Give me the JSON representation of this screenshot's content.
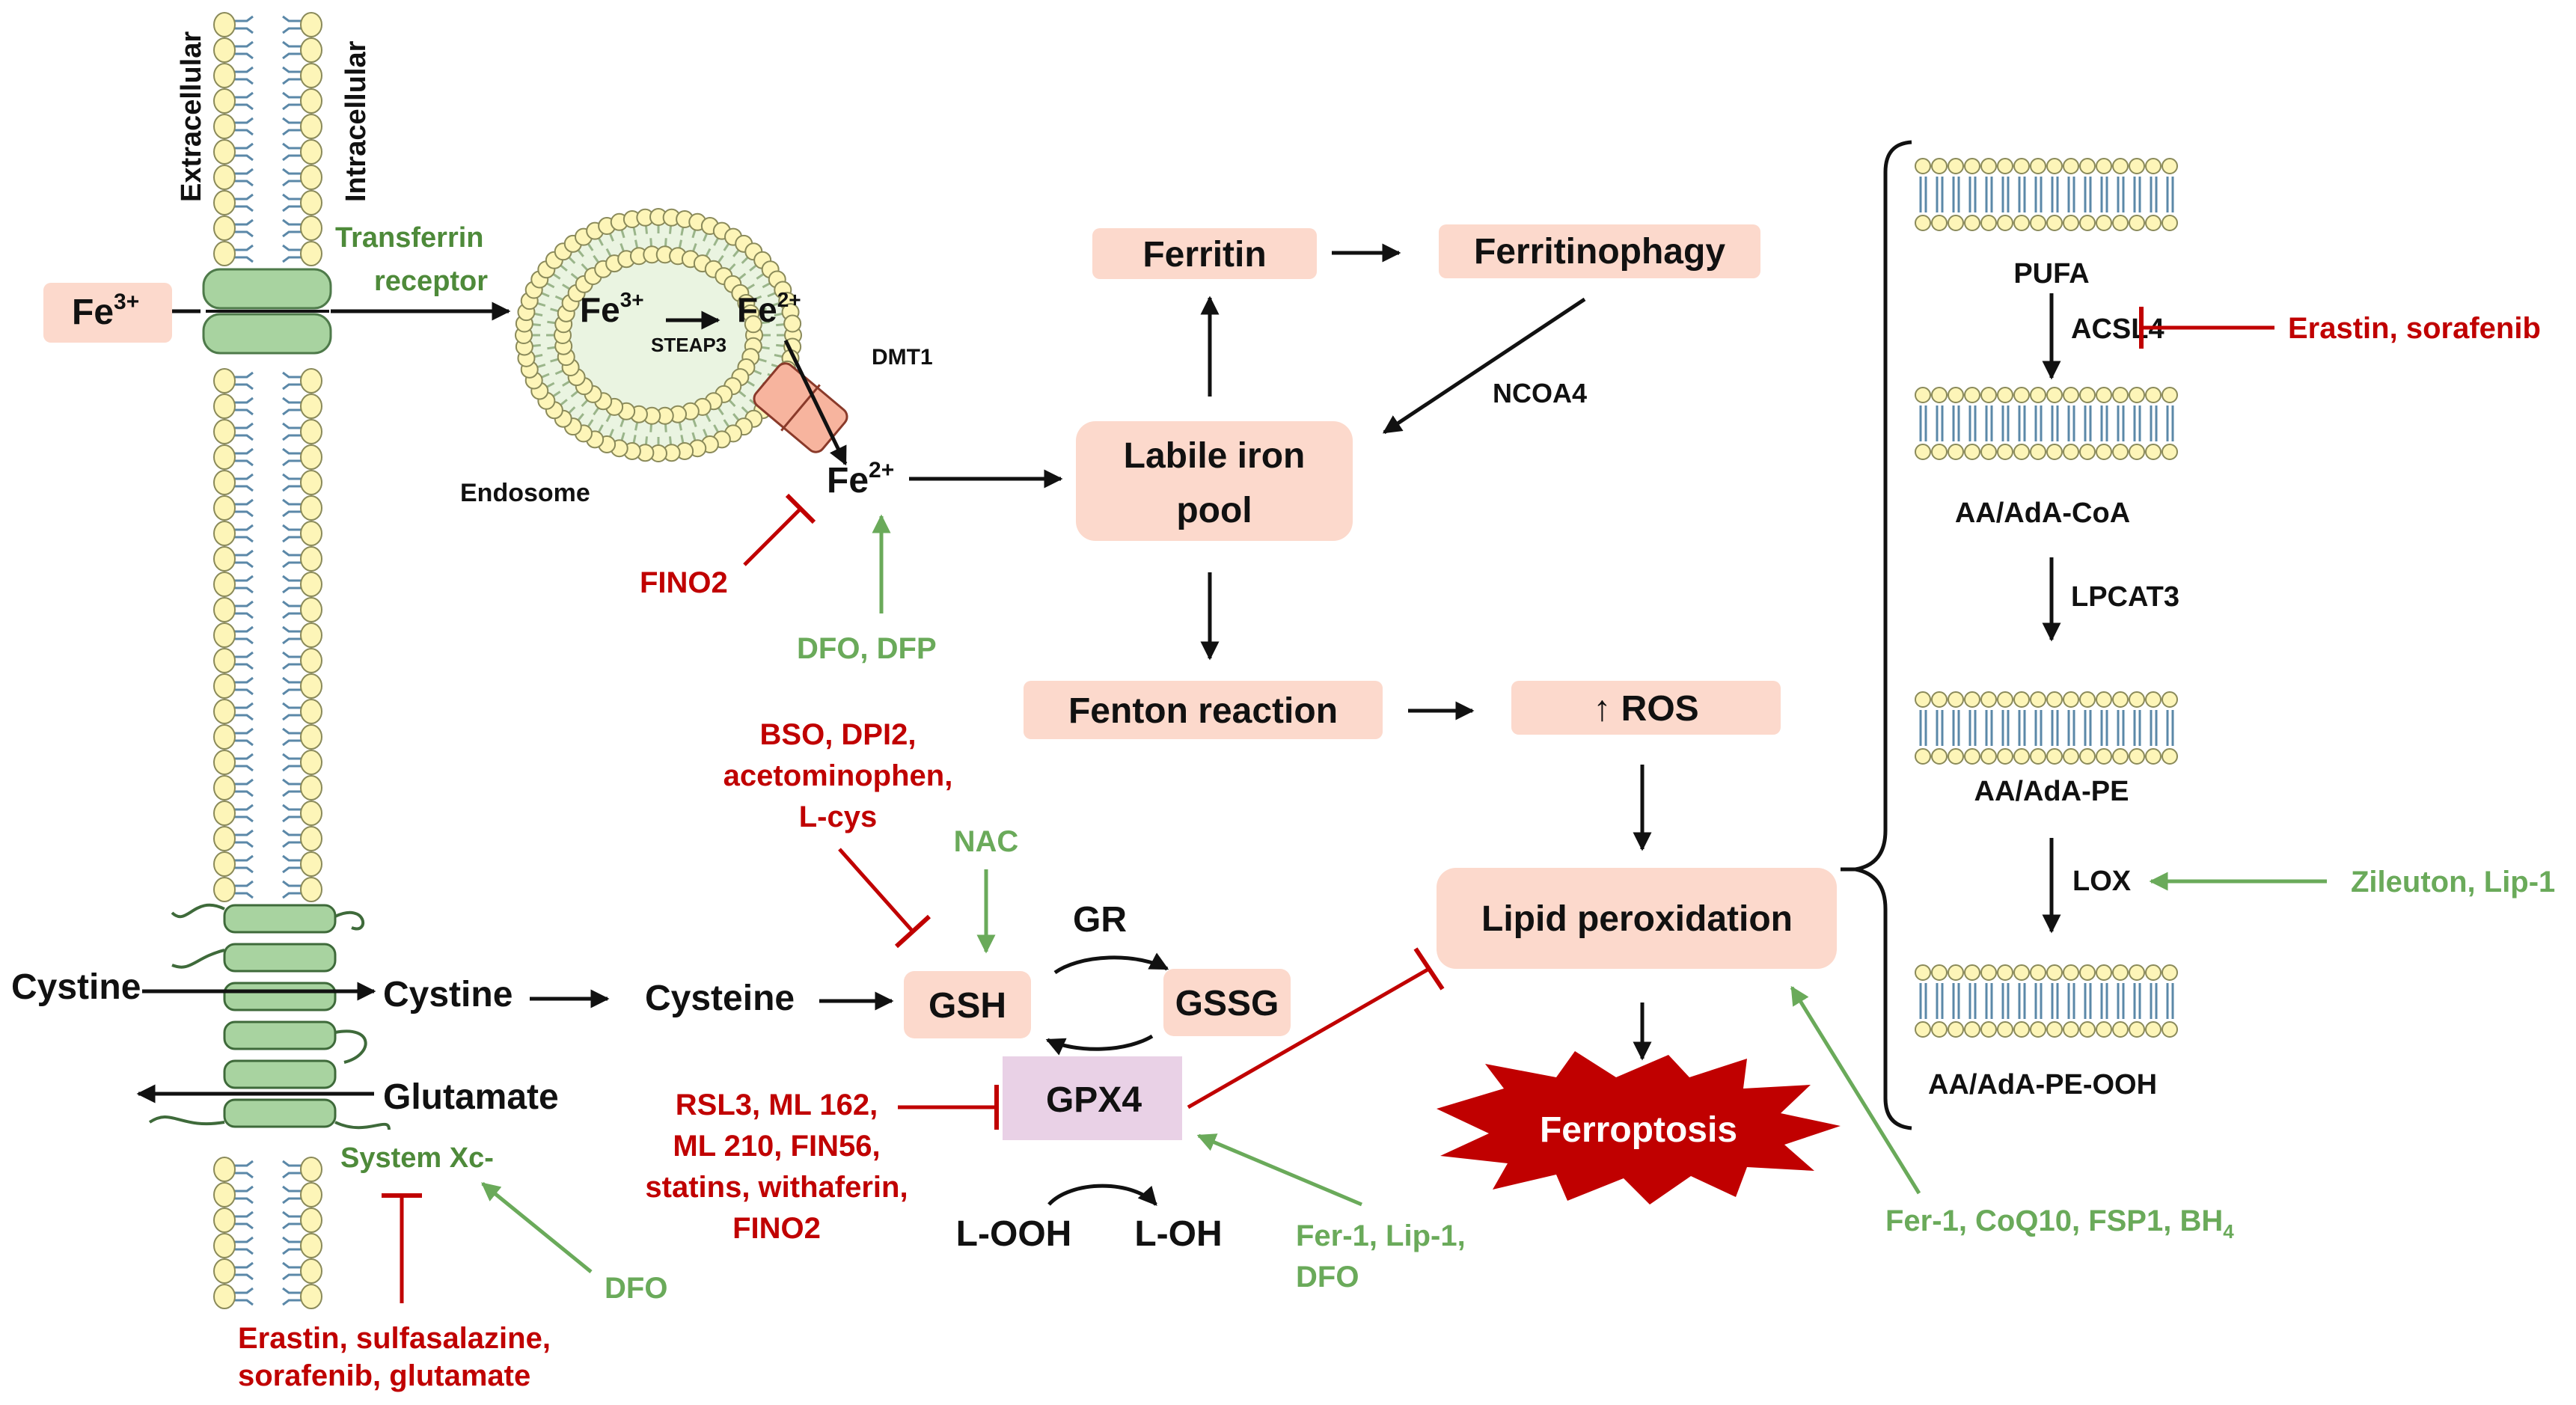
{
  "colors": {
    "box_fill": "#fcd9cc",
    "gpx4_fill": "#e9d1e6",
    "inhibitor": "#c00000",
    "activator": "#6aaa5a",
    "membrane_head": "#fdf5b8",
    "membrane_tail": "#5b88a8",
    "transporter": "#a8d3a0",
    "ferroptosis_star": "#c00000"
  },
  "membrane": {
    "extracellular": "Extracellular",
    "intracellular": "Intracellular"
  },
  "transferrin": {
    "fe3_ext_base": "Fe",
    "fe3_ext_sup": "3+",
    "receptor_line1": "Transferrin",
    "receptor_line2": "receptor"
  },
  "endosome": {
    "label": "Endosome",
    "fe3_base": "Fe",
    "fe3_sup": "3+",
    "fe2_base": "Fe",
    "fe2_sup": "2+",
    "steap3": "STEAP3",
    "dmt1": "DMT1"
  },
  "fe2_out": {
    "base": "Fe",
    "sup": "2+"
  },
  "iron_inhibitors": {
    "fino2": "FINO2",
    "dfo_dfp": "DFO, DFP"
  },
  "nodes": {
    "ferritin": "Ferritin",
    "ferritinophagy": "Ferritinophagy",
    "ncoa4": "NCOA4",
    "labile_line1": "Labile iron",
    "labile_line2": "pool",
    "fenton": "Fenton reaction",
    "ros": "↑ ROS",
    "lipid_perox": "Lipid peroxidation",
    "ferroptosis": "Ferroptosis"
  },
  "system_xc": {
    "label": "System Xc-",
    "cystine_out": "Cystine",
    "cystine_in": "Cystine",
    "glutamate": "Glutamate",
    "inhibitors": [
      "Erastin, sulfasalazine,",
      "sorafenib, glutamate"
    ],
    "activator": "DFO"
  },
  "gsh_cycle": {
    "cysteine": "Cysteine",
    "gsh": "GSH",
    "gssg": "GSSG",
    "gr": "GR",
    "gpx4": "GPX4",
    "looh": "L-OOH",
    "loh": "L-OH",
    "gsh_inhibitors": [
      "BSO, DPI2,",
      "acetominophen,",
      "L-cys"
    ],
    "gsh_activator": "NAC",
    "gpx4_inhibitors": [
      "RSL3, ML 162,",
      "ML 210, FIN56,",
      "statins, withaferin,",
      "FINO2"
    ],
    "gpx4_activators": [
      "Fer-1, Lip-1,",
      "DFO"
    ]
  },
  "lipid_pathway": {
    "pufa": "PUFA",
    "acsl4": "ACSL4",
    "acsl4_inhibitor": "Erastin, sorafenib",
    "aa_coa": "AA/AdA-CoA",
    "lpcat3": "LPCAT3",
    "aa_pe": "AA/AdA-PE",
    "lox": "LOX",
    "lox_inhibitor": "Zileuton, Lip-1",
    "aa_pe_ooh": "AA/AdA-PE-OOH"
  },
  "lipid_perox_activators": {
    "text": "Fer-1, CoQ10, FSP1, BH",
    "sub": "4"
  }
}
